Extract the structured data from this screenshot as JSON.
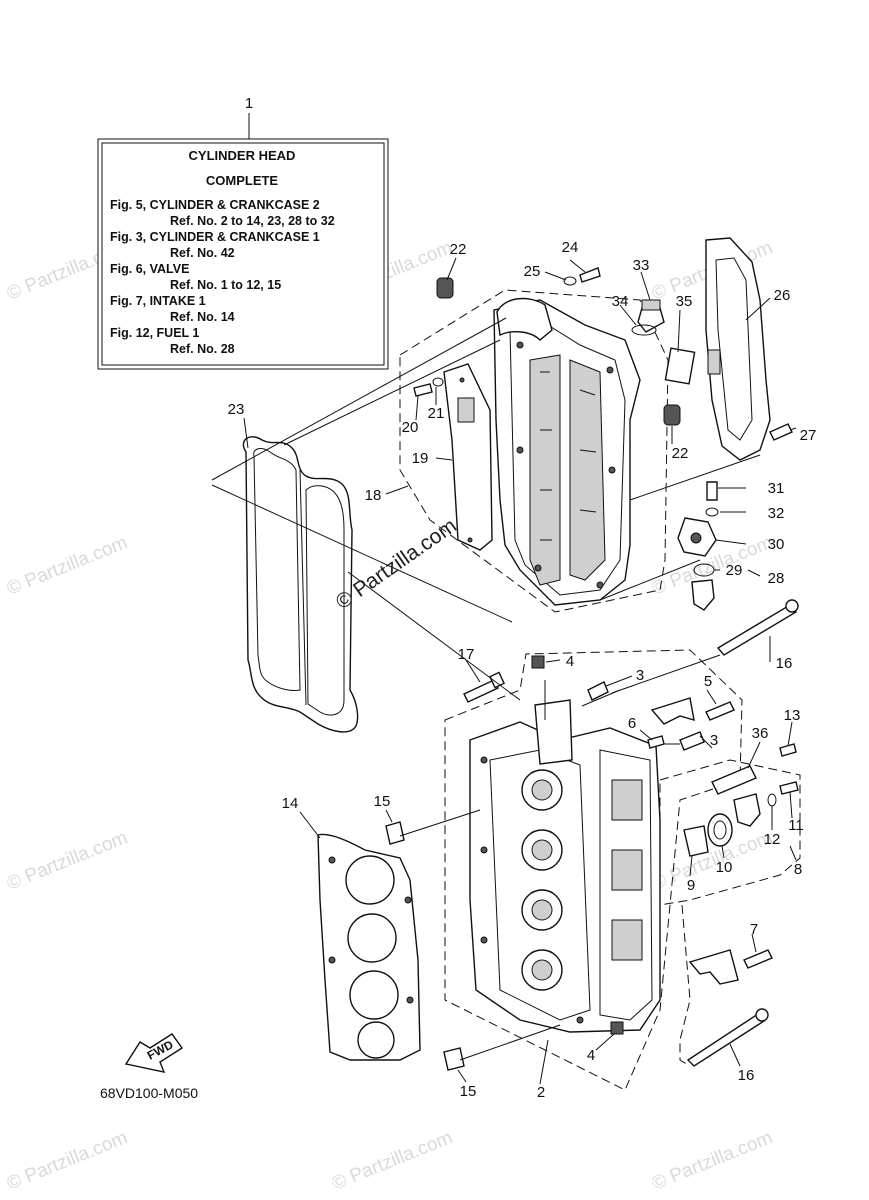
{
  "legend": {
    "title_line1": "CYLINDER HEAD",
    "title_line2": "COMPLETE",
    "lines": [
      "Fig. 5, CYLINDER & CRANKCASE 2",
      "Ref. No. 2 to 14, 23, 28 to 32",
      "Fig. 3, CYLINDER & CRANKCASE 1",
      "Ref. No. 42",
      "Fig. 6, VALVE",
      "Ref. No. 1 to 12, 15",
      "Fig. 7, INTAKE 1",
      "Ref. No. 14",
      "Fig. 12, FUEL 1",
      "Ref. No. 28"
    ]
  },
  "callouts": {
    "c1": "1",
    "c2": "2",
    "c3a": "3",
    "c3b": "3",
    "c4a": "4",
    "c4b": "4",
    "c5": "5",
    "c6": "6",
    "c7": "7",
    "c8": "8",
    "c9": "9",
    "c10": "10",
    "c11": "11",
    "c12": "12",
    "c13": "13",
    "c14": "14",
    "c15a": "15",
    "c15b": "15",
    "c16a": "16",
    "c16b": "16",
    "c17": "17",
    "c18": "18",
    "c19": "19",
    "c20": "20",
    "c21": "21",
    "c22a": "22",
    "c22b": "22",
    "c23": "23",
    "c24": "24",
    "c25": "25",
    "c26": "26",
    "c27": "27",
    "c28": "28",
    "c29": "29",
    "c30": "30",
    "c31": "31",
    "c32": "32",
    "c33": "33",
    "c34": "34",
    "c35": "35",
    "c36": "36"
  },
  "fwd_label": "FWD",
  "diagram_code": "68VD100-M050",
  "watermark": {
    "text": "© Partzilla.com",
    "center_text": "© Partzilla.com"
  }
}
